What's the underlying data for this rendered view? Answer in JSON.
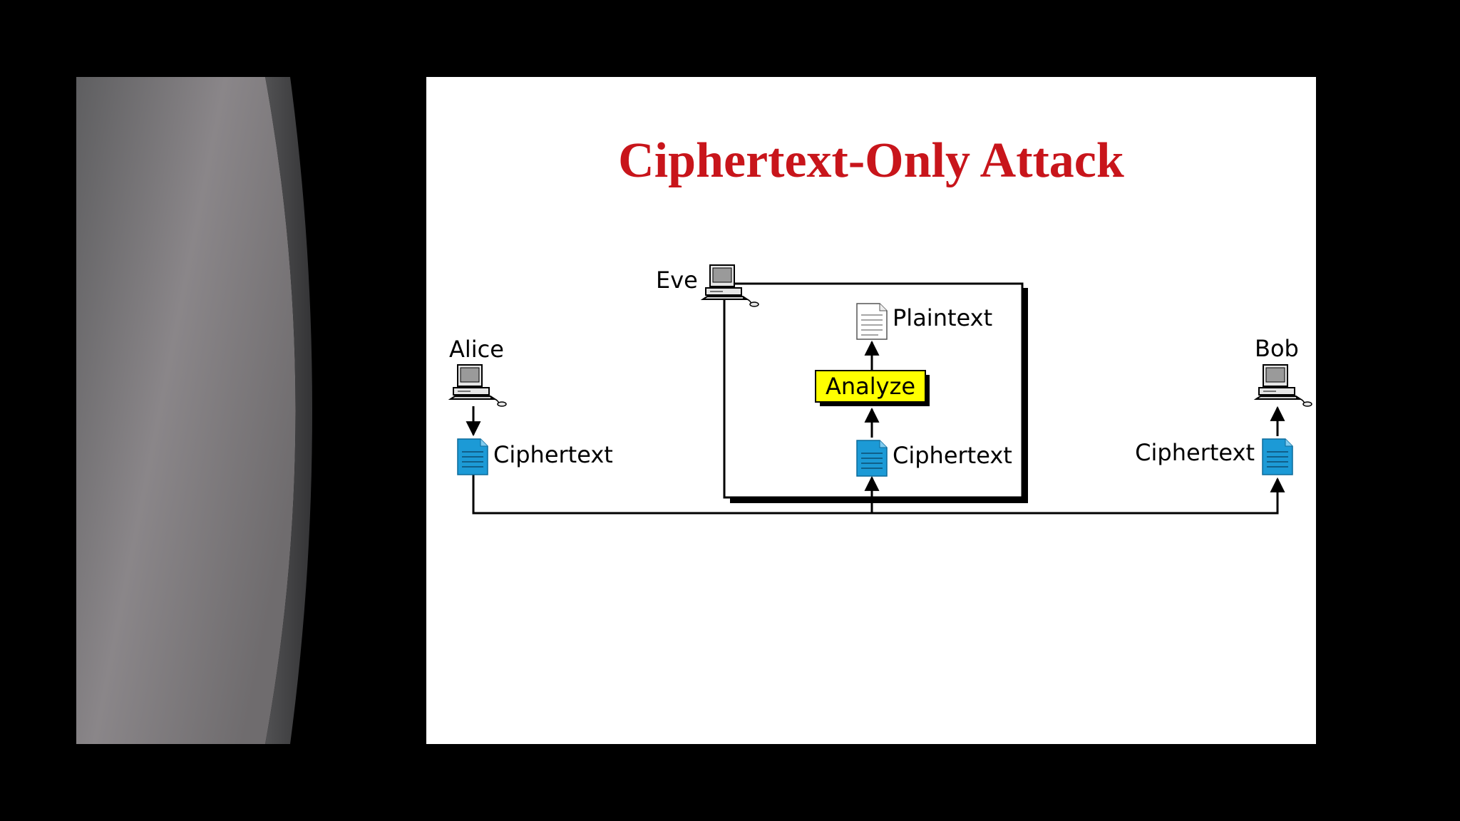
{
  "slide": {
    "title": "Ciphertext-Only Attack"
  },
  "diagram": {
    "alice": {
      "name": "Alice",
      "doc_label": "Ciphertext"
    },
    "eve": {
      "name": "Eve",
      "plain_label": "Plaintext",
      "analyze_label": "Analyze",
      "doc_label": "Ciphertext"
    },
    "bob": {
      "name": "Bob",
      "doc_label": "Ciphertext"
    }
  },
  "colors": {
    "title": "#c8151b",
    "analyze_fill": "#ffff00",
    "ciphertext_doc": "#1c9ad6",
    "background": "#000000"
  }
}
